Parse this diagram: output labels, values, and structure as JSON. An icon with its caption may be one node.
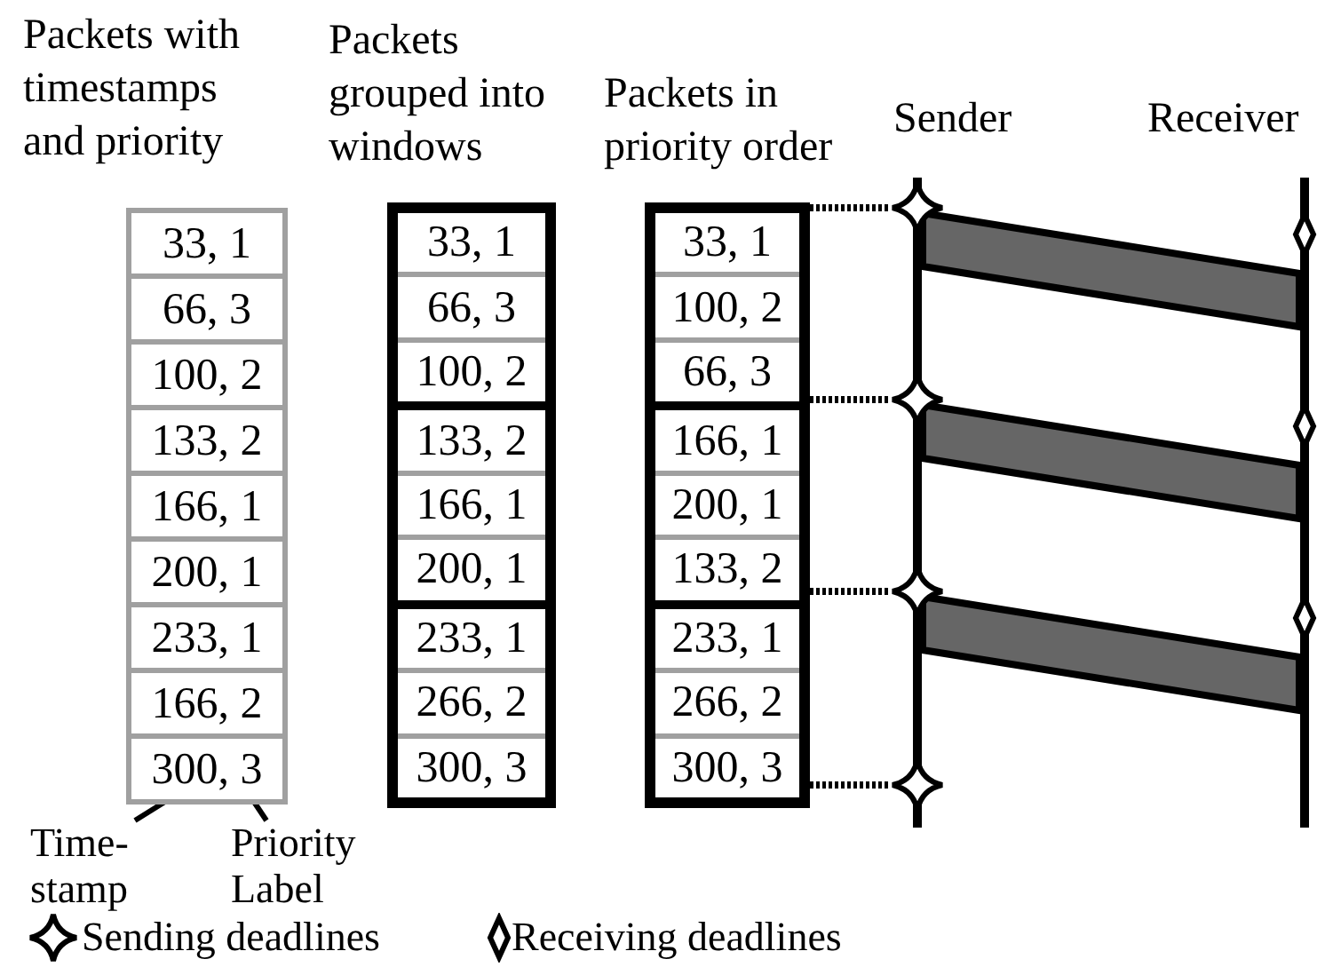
{
  "diagram": {
    "nodes": [
      {
        "text": [
          "Packets with timestamps and priority"
        ]
      },
      {
        "text": [
          "33, 1"
        ],
        "in": 0
      },
      {
        "text": [
          "66, 3"
        ],
        "in": 0
      },
      {
        "text": [
          "100, 2"
        ],
        "in": 0
      },
      {
        "text": [
          "133, 2"
        ],
        "in": 0
      },
      {
        "text": [
          "166, 1"
        ],
        "in": 0
      },
      {
        "text": [
          "200, 1"
        ],
        "in": 0
      },
      {
        "text": [
          "233, 1"
        ],
        "in": 0
      },
      {
        "text": [
          "166, 2"
        ],
        "in": 0
      },
      {
        "text": [
          "300, 3"
        ],
        "in": 0
      },
      {
        "text": [
          "Packets grouped into windows"
        ]
      },
      {
        "text": [],
        "shape": "box",
        "in": 10
      },
      {
        "text": [
          "33, 1"
        ],
        "in": 11
      },
      {
        "text": [
          "66, 3"
        ],
        "in": 11
      },
      {
        "text": [
          "100, 2"
        ],
        "in": 11
      },
      {
        "text": [],
        "shape": "box",
        "in": 10
      },
      {
        "text": [
          "133, 2"
        ],
        "in": 15
      },
      {
        "text": [
          "166, 1"
        ],
        "in": 15
      },
      {
        "text": [
          "200, 1"
        ],
        "in": 15
      },
      {
        "text": [],
        "shape": "box",
        "in": 10
      },
      {
        "text": [
          "233, 1"
        ],
        "in": 19
      },
      {
        "text": [
          "266, 2"
        ],
        "in": 19
      },
      {
        "text": [
          "300, 3"
        ],
        "in": 19
      },
      {
        "text": [
          "Packets in priority order"
        ]
      },
      {
        "text": [],
        "shape": "box",
        "in": 23
      },
      {
        "text": [
          "33, 1"
        ],
        "in": 24
      },
      {
        "text": [
          "100, 2"
        ],
        "in": 24
      },
      {
        "text": [
          "66, 3"
        ],
        "in": 24
      },
      {
        "text": [],
        "shape": "box",
        "in": 23
      },
      {
        "text": [
          "166, 1"
        ],
        "in": 28
      },
      {
        "text": [
          "200, 1"
        ],
        "in": 28
      },
      {
        "text": [
          "133, 2"
        ],
        "in": 28
      },
      {
        "text": [],
        "shape": "box",
        "in": 23
      },
      {
        "text": [
          "233, 1"
        ],
        "in": 32
      },
      {
        "text": [
          "266, 2"
        ],
        "in": 32
      },
      {
        "text": [
          "300, 3"
        ],
        "in": 32
      },
      {
        "text": [
          "Sender"
        ]
      },
      {
        "text": [
          "Receiver"
        ]
      },
      {
        "text": [
          "Time-stamp"
        ]
      },
      {
        "text": [
          "Priority Label"
        ]
      },
      {
        "text": [],
        "shape": "star"
      },
      {
        "text": [],
        "shape": "star"
      },
      {
        "text": [],
        "shape": "star"
      },
      {
        "text": [],
        "shape": "star"
      }
    ],
    "edges": [
      {
        "from": 24,
        "to": 40,
        "arrow": "none",
        "style": "dashed"
      },
      {
        "from": 28,
        "to": 41,
        "arrow": "none",
        "style": "dashed"
      },
      {
        "from": 32,
        "to": 42,
        "arrow": "none",
        "style": "dashed"
      },
      {
        "from": 32,
        "to": 43,
        "arrow": "none",
        "style": "dashed"
      },
      {
        "from": 36,
        "to": 37,
        "arrow": "none",
        "style": "thick",
        "color": "#666666"
      },
      {
        "from": 36,
        "to": 37,
        "arrow": "none",
        "style": "thick",
        "color": "#666666"
      },
      {
        "from": 36,
        "to": 37,
        "arrow": "none",
        "style": "thick",
        "color": "#666666"
      },
      {
        "from": 38,
        "to": 9,
        "arrow": "none"
      },
      {
        "from": 39,
        "to": 9,
        "arrow": "none"
      }
    ],
    "legend": [
      {
        "text": "Sending deadlines"
      },
      {
        "text": "Receiving deadlines"
      }
    ]
  }
}
